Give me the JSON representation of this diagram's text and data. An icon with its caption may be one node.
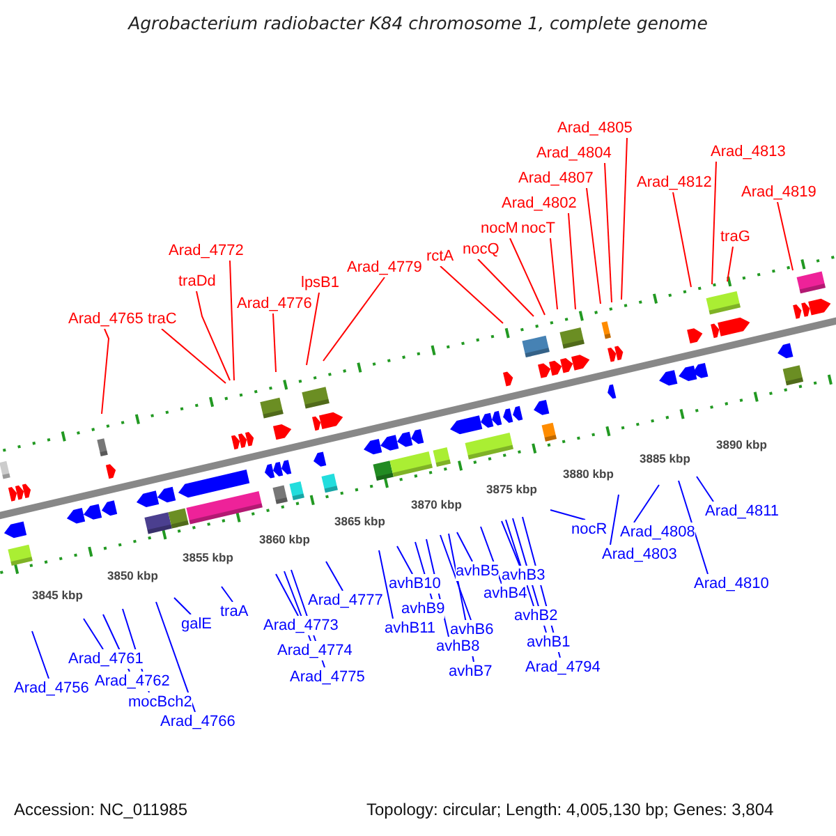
{
  "diagram": {
    "title": "Agrobacterium radiobacter K84 chromosome 1, complete genome",
    "nodes": [
      {
        "text": [
          "Arad_4805"
        ]
      },
      {
        "text": [
          "Arad_4804"
        ]
      },
      {
        "text": [
          "Arad_4813"
        ]
      },
      {
        "text": [
          "Arad_4802"
        ]
      },
      {
        "text": [
          "Arad_4812"
        ]
      },
      {
        "text": [
          "Arad_4819"
        ]
      },
      {
        "text": [
          "nocT"
        ]
      },
      {
        "text": [
          "traG"
        ]
      },
      {
        "text": [
          "Arad_4807"
        ]
      },
      {
        "text": [
          "nocM"
        ]
      },
      {
        "text": [
          "nocQ"
        ]
      },
      {
        "text": [
          "Arad_4772"
        ]
      },
      {
        "text": [
          "rctA"
        ]
      },
      {
        "text": [
          "Arad_4779"
        ]
      },
      {
        "text": [
          "traDd"
        ]
      },
      {
        "text": [
          "lpsB1"
        ]
      },
      {
        "text": [
          "Arad_4776"
        ]
      },
      {
        "text": [
          "Arad_4765"
        ]
      },
      {
        "text": [
          "traC"
        ]
      },
      {
        "text": [
          "Arad_4811"
        ]
      },
      {
        "text": [
          "Arad_4808"
        ]
      },
      {
        "text": [
          "nocR"
        ]
      },
      {
        "text": [
          "Arad_4803"
        ]
      },
      {
        "text": [
          "avhB5"
        ]
      },
      {
        "text": [
          "avhB3"
        ]
      },
      {
        "text": [
          "Arad_4810"
        ]
      },
      {
        "text": [
          "avhB10"
        ]
      },
      {
        "text": [
          "avhB4"
        ]
      },
      {
        "text": [
          "Arad_4777"
        ]
      },
      {
        "text": [
          "avhB9"
        ]
      },
      {
        "text": [
          "traA"
        ]
      },
      {
        "text": [
          "avhB2"
        ]
      },
      {
        "text": [
          "galE"
        ]
      },
      {
        "text": [
          "Arad_4773"
        ]
      },
      {
        "text": [
          "avhB11"
        ]
      },
      {
        "text": [
          "avhB6"
        ]
      },
      {
        "text": [
          "avhB1"
        ]
      },
      {
        "text": [
          "avhB8"
        ]
      },
      {
        "text": [
          "Arad_4774"
        ]
      },
      {
        "text": [
          "Arad_4761"
        ]
      },
      {
        "text": [
          "Arad_4794"
        ]
      },
      {
        "text": [
          "avhB7"
        ]
      },
      {
        "text": [
          "Arad_4775"
        ]
      },
      {
        "text": [
          "Arad_4762"
        ]
      },
      {
        "text": [
          "Arad_4756"
        ]
      },
      {
        "text": [
          "mocBch2"
        ]
      },
      {
        "text": [
          "Arad_4766"
        ]
      }
    ],
    "edges": [
      {
        "from": 0,
        "to": null,
        "arrow": "none",
        "color": "#ff0000"
      },
      {
        "from": 1,
        "to": null,
        "arrow": "none",
        "color": "#ff0000"
      },
      {
        "from": 2,
        "to": null,
        "arrow": "none",
        "color": "#ff0000"
      },
      {
        "from": 3,
        "to": null,
        "arrow": "none",
        "color": "#ff0000"
      },
      {
        "from": 4,
        "to": null,
        "arrow": "none",
        "color": "#ff0000"
      },
      {
        "from": 5,
        "to": null,
        "arrow": "none",
        "color": "#ff0000"
      },
      {
        "from": 6,
        "to": null,
        "arrow": "none",
        "color": "#ff0000"
      },
      {
        "from": 7,
        "to": null,
        "arrow": "none",
        "color": "#ff0000"
      },
      {
        "from": 8,
        "to": null,
        "arrow": "none",
        "color": "#ff0000"
      },
      {
        "from": 9,
        "to": null,
        "arrow": "none",
        "color": "#ff0000"
      },
      {
        "from": 10,
        "to": null,
        "arrow": "none",
        "color": "#ff0000"
      },
      {
        "from": 11,
        "to": null,
        "arrow": "none",
        "color": "#ff0000"
      },
      {
        "from": 12,
        "to": null,
        "arrow": "none",
        "color": "#ff0000"
      },
      {
        "from": 13,
        "to": null,
        "arrow": "none",
        "color": "#ff0000"
      },
      {
        "from": 14,
        "to": null,
        "arrow": "none",
        "color": "#ff0000"
      },
      {
        "from": 15,
        "to": null,
        "arrow": "none",
        "color": "#ff0000"
      },
      {
        "from": 16,
        "to": null,
        "arrow": "none",
        "color": "#ff0000"
      },
      {
        "from": 17,
        "to": null,
        "arrow": "none",
        "color": "#ff0000"
      },
      {
        "from": 18,
        "to": null,
        "arrow": "none",
        "color": "#ff0000"
      },
      {
        "from": 19,
        "to": null,
        "arrow": "none"
      },
      {
        "from": 20,
        "to": null,
        "arrow": "none"
      },
      {
        "from": 21,
        "to": null,
        "arrow": "none"
      },
      {
        "from": 22,
        "to": null,
        "arrow": "none"
      },
      {
        "from": 23,
        "to": null,
        "arrow": "none"
      },
      {
        "from": 24,
        "to": null,
        "arrow": "none"
      },
      {
        "from": 25,
        "to": null,
        "arrow": "none"
      },
      {
        "from": 26,
        "to": null,
        "arrow": "none"
      },
      {
        "from": 27,
        "to": null,
        "arrow": "none"
      },
      {
        "from": 28,
        "to": null,
        "arrow": "none"
      },
      {
        "from": 29,
        "to": null,
        "arrow": "none"
      },
      {
        "from": 30,
        "to": null,
        "arrow": "none"
      },
      {
        "from": 31,
        "to": null,
        "arrow": "none"
      },
      {
        "from": 32,
        "to": null,
        "arrow": "none"
      },
      {
        "from": 33,
        "to": null,
        "arrow": "none"
      },
      {
        "from": 34,
        "to": null,
        "arrow": "none"
      },
      {
        "from": 35,
        "to": null,
        "arrow": "none"
      },
      {
        "from": 36,
        "to": null,
        "arrow": "none"
      },
      {
        "from": 37,
        "to": null,
        "arrow": "none"
      },
      {
        "from": 38,
        "to": null,
        "arrow": "none"
      },
      {
        "from": 39,
        "to": null,
        "arrow": "none"
      },
      {
        "from": 40,
        "to": null,
        "arrow": "none"
      },
      {
        "from": 41,
        "to": null,
        "arrow": "none"
      },
      {
        "from": 42,
        "to": null,
        "arrow": "none"
      },
      {
        "from": 43,
        "to": null,
        "arrow": "none"
      },
      {
        "from": 44,
        "to": null,
        "arrow": "none"
      },
      {
        "from": 45,
        "to": null,
        "arrow": "none"
      },
      {
        "from": 46,
        "to": null,
        "arrow": "none"
      }
    ],
    "labels": [
      "3845 kbp",
      "3850 kbp",
      "3855 kbp",
      "3860 kbp",
      "3865 kbp",
      "3870 kbp",
      "3875 kbp",
      "3880 kbp",
      "3885 kbp",
      "3890 kbp",
      "Accession: NC_011985",
      "Topology: circular; Length: 4,005,130 bp; Genes: 3,804"
    ]
  }
}
